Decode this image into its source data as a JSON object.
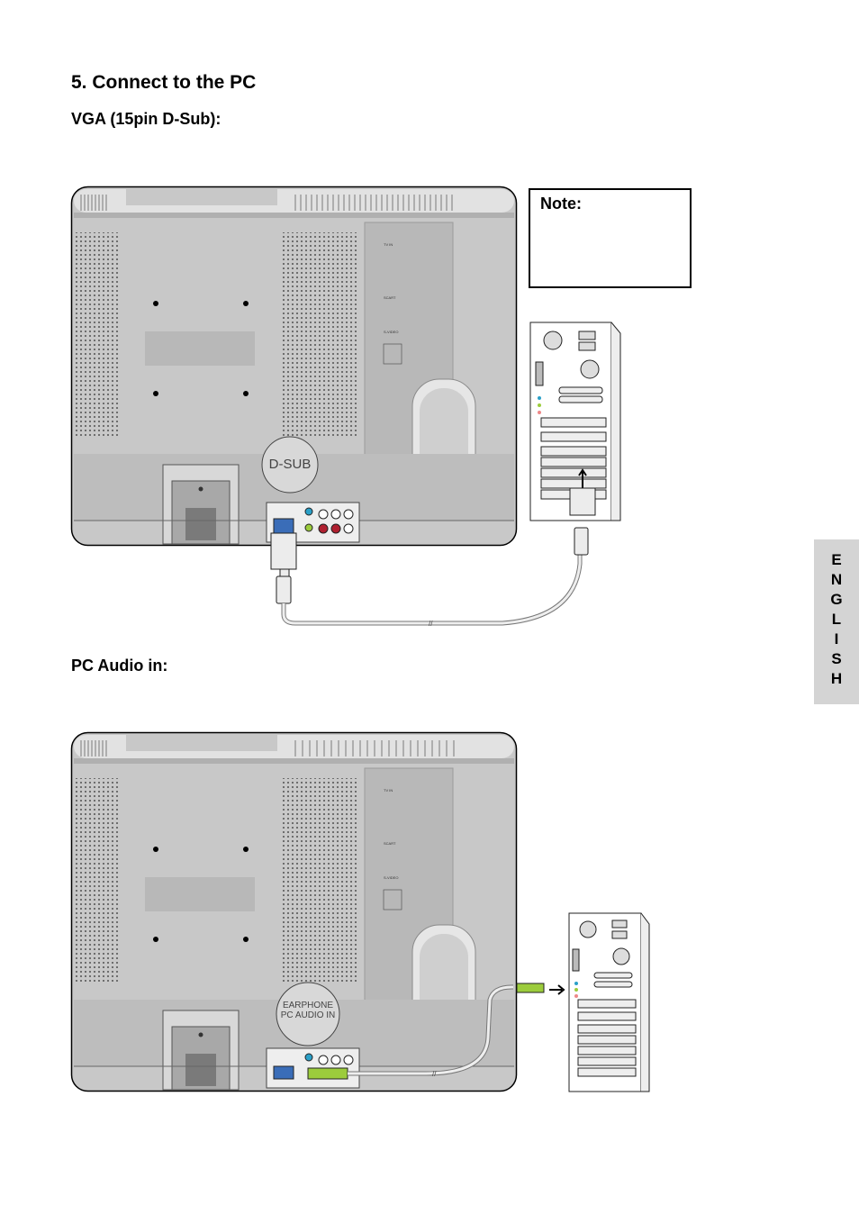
{
  "page": {
    "section_title": "5. Connect to the PC",
    "vga_heading": "VGA (15pin D-Sub):",
    "audio_heading": "PC Audio in:",
    "note_title": "Note:",
    "language_tab": [
      "E",
      "N",
      "G",
      "L",
      "I",
      "S",
      "H"
    ]
  },
  "figure_vga": {
    "callout_label": "D-SUB",
    "panel_labels": [
      "TV IN",
      "SCART",
      "S-VIDEO"
    ]
  },
  "figure_audio": {
    "callout_label_line1": "EARPHONE",
    "callout_label_line2": "PC AUDIO IN",
    "panel_labels": [
      "TV IN",
      "SCART",
      "S-VIDEO"
    ]
  },
  "colors": {
    "monitor_body": "#c8c8c8",
    "monitor_dark": "#a9a9a9",
    "cable_green": "#9ccc3c",
    "tab_gray": "#d4d4d4"
  }
}
